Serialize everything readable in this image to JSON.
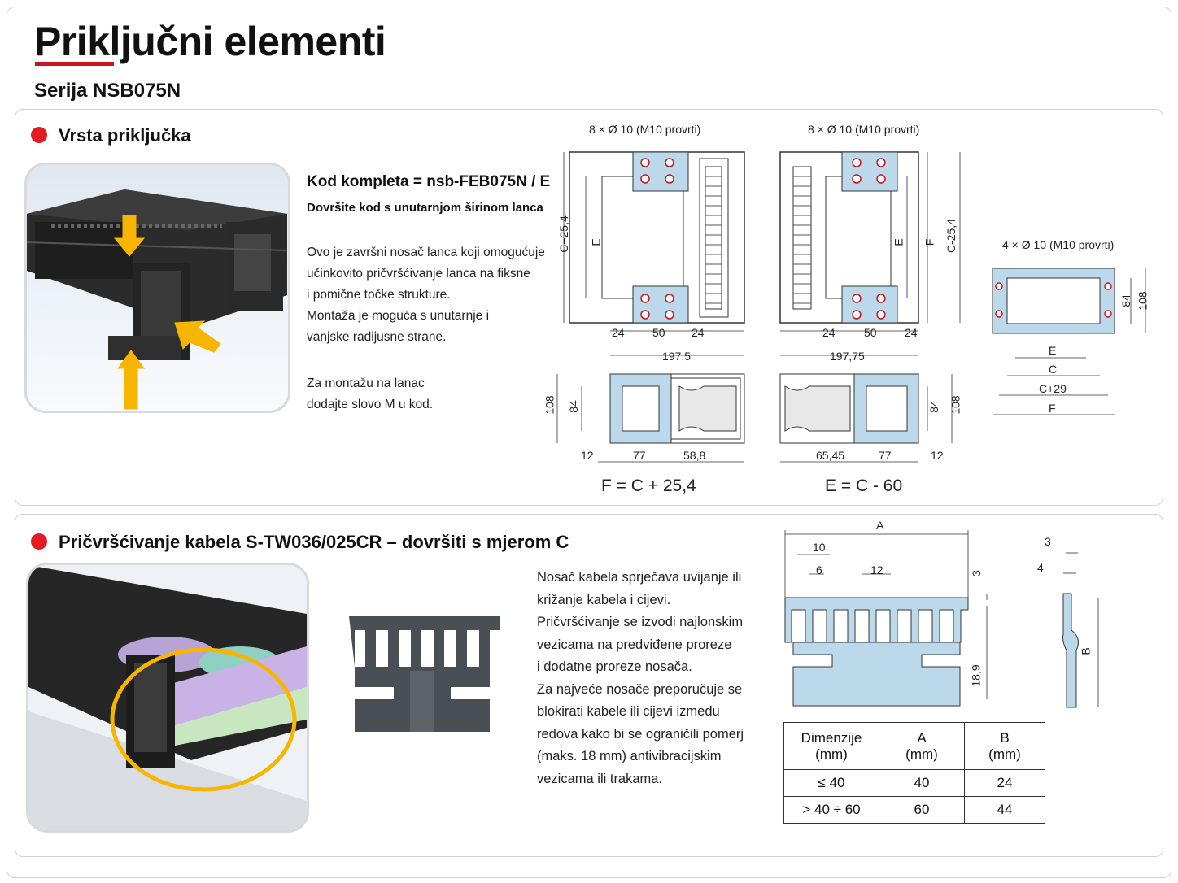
{
  "header": {
    "title": "Priključni elementi",
    "subtitle": "Serija NSB075N"
  },
  "section1": {
    "title": "Vrsta priključka",
    "kit_code": "Kod kompleta =  nsb-FEB075N / E",
    "kit_note": "Dovršite kod s unutarnjom širinom lanca",
    "description": [
      "Ovo je završni nosač lanca koji omogućuje",
      "učinkovito pričvršćivanje lanca na fiksne",
      "i pomične točke strukture.",
      "Montaža je moguća s unutarnje i",
      "vanjske radijusne strane."
    ],
    "mount_note": [
      "Za montažu na lanac",
      "dodajte slovo M u kod."
    ],
    "drawing_left": {
      "holes_label": "8 × Ø 10 (M10 provrti)",
      "dims": [
        "C+25,4",
        "E",
        "24",
        "50",
        "24",
        "197,5",
        "108",
        "84",
        "12",
        "77",
        "58,8"
      ],
      "formula": "F = C + 25,4"
    },
    "drawing_right": {
      "holes_label": "8 × Ø 10 (M10 provrti)",
      "dims": [
        "E",
        "F",
        "C-25,4",
        "24",
        "50",
        "24",
        "197,75",
        "84",
        "108",
        "65,45",
        "77",
        "12"
      ],
      "formula": "E = C - 60"
    },
    "drawing_small": {
      "holes_label": "4 × Ø 10 (M10 provrti)",
      "dims": [
        "84",
        "108",
        "E",
        "C",
        "C+29",
        "F"
      ]
    }
  },
  "section2": {
    "title": "Pričvršćivanje kabela S-TW036/025CR – dovršiti s mjerom C",
    "description": [
      "Nosač kabela sprječava uvijanje ili",
      "križanje kabela i cijevi.",
      "Pričvršćivanje se izvodi najlonskim",
      "vezicama na predviđene proreze",
      "i dodatne proreze nosača.",
      "Za najveće nosače preporučuje se",
      "blokirati kabele ili cijevi između",
      "redova kako bi se ograničili pomerj",
      "(maks. 18 mm) antivibracijskim",
      "vezicama ili trakama."
    ],
    "drawing": {
      "dims": [
        "A",
        "10",
        "6",
        "12",
        "3",
        "18,9",
        "3",
        "4",
        "B"
      ]
    },
    "table": {
      "headers": [
        [
          "Dimenzije",
          "(mm)"
        ],
        [
          "A",
          "(mm)"
        ],
        [
          "B",
          "(mm)"
        ]
      ],
      "rows": [
        [
          "≤ 40",
          "40",
          "24"
        ],
        [
          "> 40 ÷ 60",
          "60",
          "44"
        ]
      ]
    }
  },
  "colors": {
    "accent_red": "#e31b23",
    "part_blue": "#bcd9ec",
    "arrow_yellow": "#f7b500"
  }
}
